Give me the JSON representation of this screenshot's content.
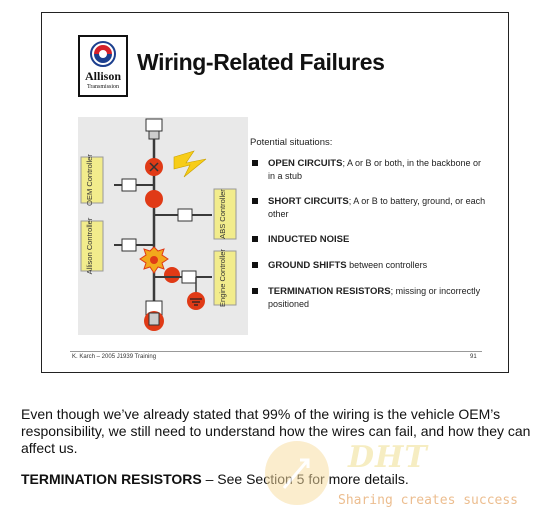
{
  "slide": {
    "logo": {
      "word": "Allison",
      "sub": "Transmission"
    },
    "title": "Wiring-Related Failures",
    "diagram": {
      "labels": [
        "OEM Controller",
        "ABS Controller",
        "Allison Controller",
        "Engine Controller"
      ]
    },
    "intro": "Potential situations:",
    "bullets": [
      {
        "head": "OPEN CIRCUITS",
        "rest": "; A or B or both, in the backbone or in a stub"
      },
      {
        "head": "SHORT CIRCUITS",
        "rest": "; A or B to battery, ground, or each other"
      },
      {
        "head": "INDUCTED NOISE",
        "rest": ""
      },
      {
        "head": "GROUND SHIFTS",
        "rest": " between controllers"
      },
      {
        "head": "TERMINATION RESISTORS",
        "rest": "; missing or incorrectly positioned"
      }
    ],
    "footer_left": "K. Karch – 2005 J1939 Training",
    "footer_right": "91"
  },
  "body_text": "Even though we’ve already stated that 99% of the wiring is the vehicle OEM’s responsibility, we still need to understand how the wires can fail, and how they can affect us.",
  "note": {
    "bold": "TERMINATION RESISTORS",
    "rest": " – See Section 5 for more details."
  },
  "watermark": {
    "brand": "DHT",
    "slogan": "Sharing creates success"
  },
  "colors": {
    "diagram_bg": "#e9e9e9",
    "fault": "#e03a16",
    "controller": "#f2ec8c",
    "wire": "#3a3a3a"
  }
}
